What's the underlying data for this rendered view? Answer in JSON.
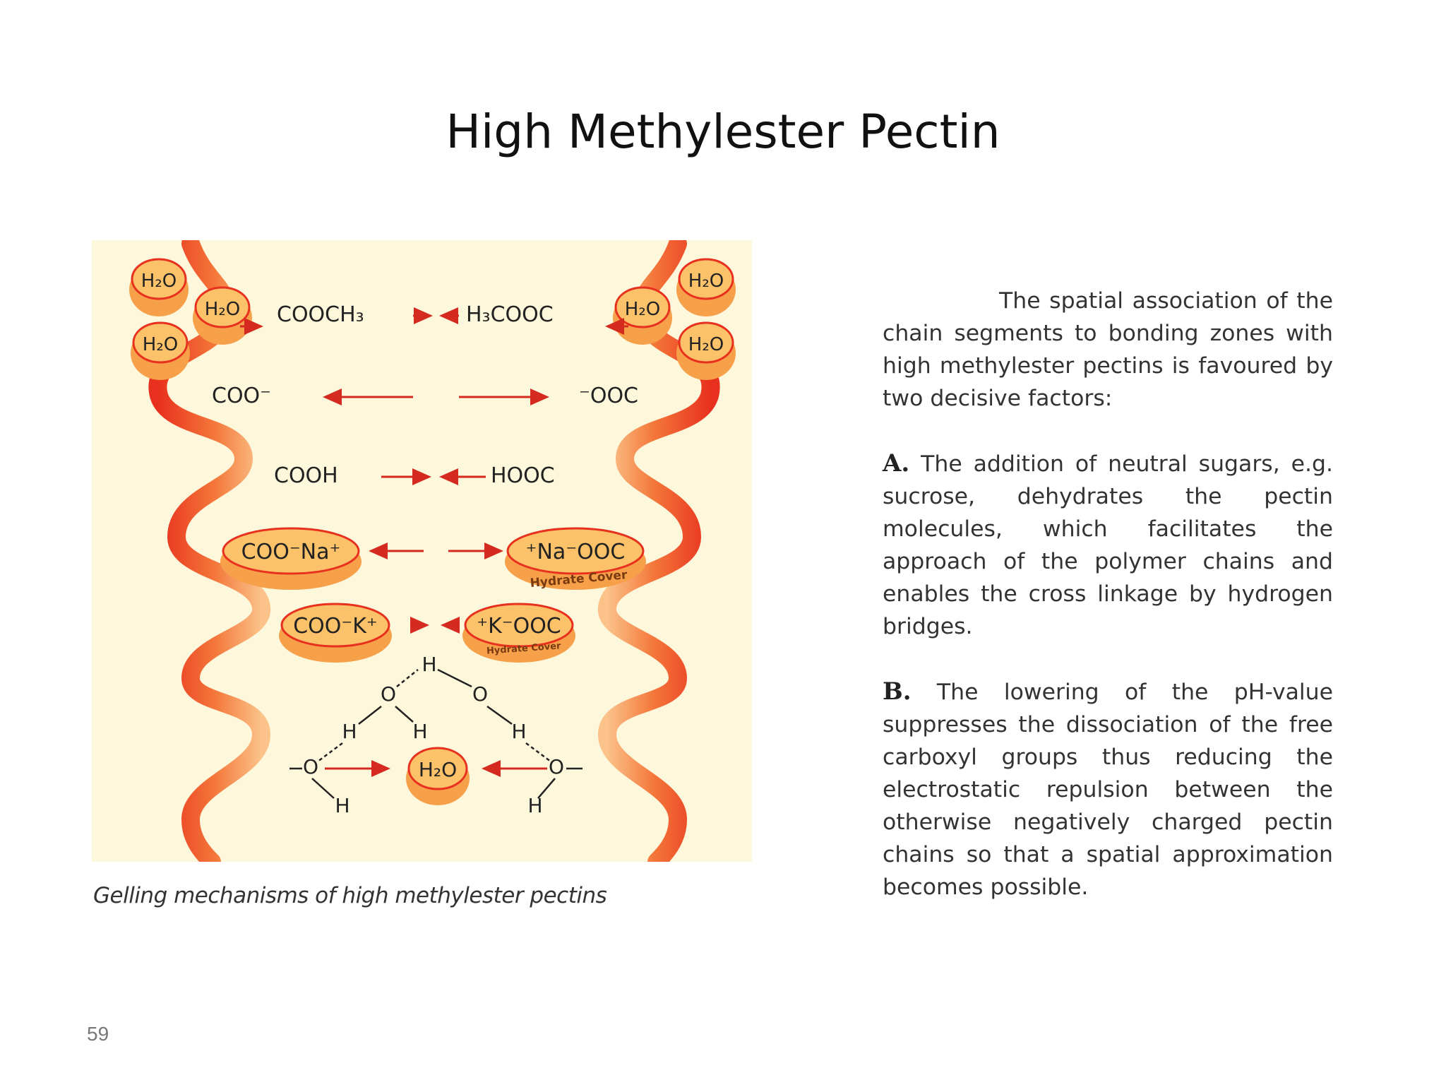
{
  "slide": {
    "title": "High Methylester Pectin",
    "page_number": "59"
  },
  "figure": {
    "caption": "Gelling mechanisms of high methylester pectins",
    "labels": {
      "water": "H₂O",
      "cooch3": "COOCH₃",
      "h3cooc": "H₃COOC",
      "coo_minus": "COO⁻",
      "ooc_minus": "⁻OOC",
      "cooh": "COOH",
      "hooc": "HOOC",
      "coo_na": "COO⁻Na⁺",
      "na_ooc": "⁺Na⁻OOC",
      "coo_k": "COO⁻K⁺",
      "k_ooc": "⁺K⁻OOC",
      "hydrate_cover": "Hydrate Cover",
      "h": "H",
      "o": "O"
    }
  },
  "text": {
    "intro": "The spatial association of the chain segments to bonding zones with high methylester pectins is favoured by two decisive factors:",
    "a_label": "A.",
    "a_text": "The addition of neutral sugars, e.g. sucrose, dehydrates the pectin molecules, which facilitates the approach of the polymer chains and enables the cross linkage by hydrogen bridges.",
    "b_label": "B.",
    "b_text": "The lowering of the pH-value suppresses the dissociation of the free carboxyl groups thus reducing the electrostatic repulsion between the otherwise negatively charged pectin chains so that a spatial approximation becomes possible."
  },
  "colors": {
    "figure_bg": "#fdf7dc",
    "chain_red": "#e8301e",
    "chain_orange": "#f7a24a",
    "disc_fill": "#f9b65a",
    "arrow_red": "#d42a20"
  }
}
